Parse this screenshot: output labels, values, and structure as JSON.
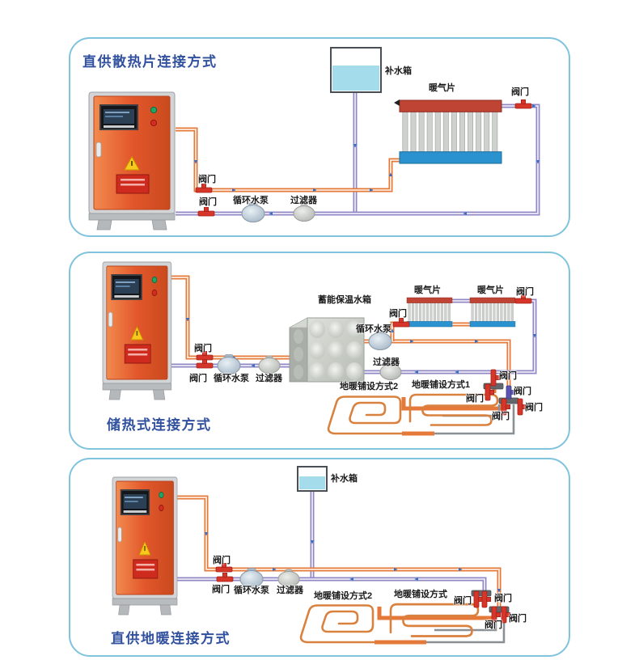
{
  "panels": [
    {
      "title": "直供散热片连接方式",
      "labels": {
        "tank": "补水箱",
        "radiator": "暖气片",
        "valve": "阀门",
        "pump": "循环水泵",
        "filter": "过滤器"
      }
    },
    {
      "title": "储热式连接方式",
      "labels": {
        "tank": "蓄能保温水箱",
        "radiator": "暖气片",
        "valve": "阀门",
        "pump": "循环水泵",
        "filter": "过滤器",
        "floor1": "地暖铺设方式1",
        "floor2": "地暖铺设方式2"
      }
    },
    {
      "title": "直供地暖连接方式",
      "labels": {
        "tank": "补水箱",
        "valve": "阀门",
        "pump": "循环水泵",
        "filter": "过滤器",
        "floor": "地暖铺设方式",
        "floor2": "地暖铺设方式2"
      }
    }
  ],
  "colors": {
    "panel_border": "#7fc3dd",
    "title_text": "#31519f",
    "supply_pipe": "#e4793a",
    "return_pipe": "#9088c4",
    "valve_red": "#d6362a",
    "valve_blue": "#5a55b0",
    "radiator_hot": "#bf4434",
    "radiator_cold": "#2a93cf",
    "boiler_body": "#e2572b",
    "tank_water": "#a5dcec",
    "coil": "#d9813f",
    "manifold": "#63676b",
    "gray_pipe": "#8a8f94",
    "arrow": "#3a6fc4",
    "label_text": "#1a1a1a"
  }
}
